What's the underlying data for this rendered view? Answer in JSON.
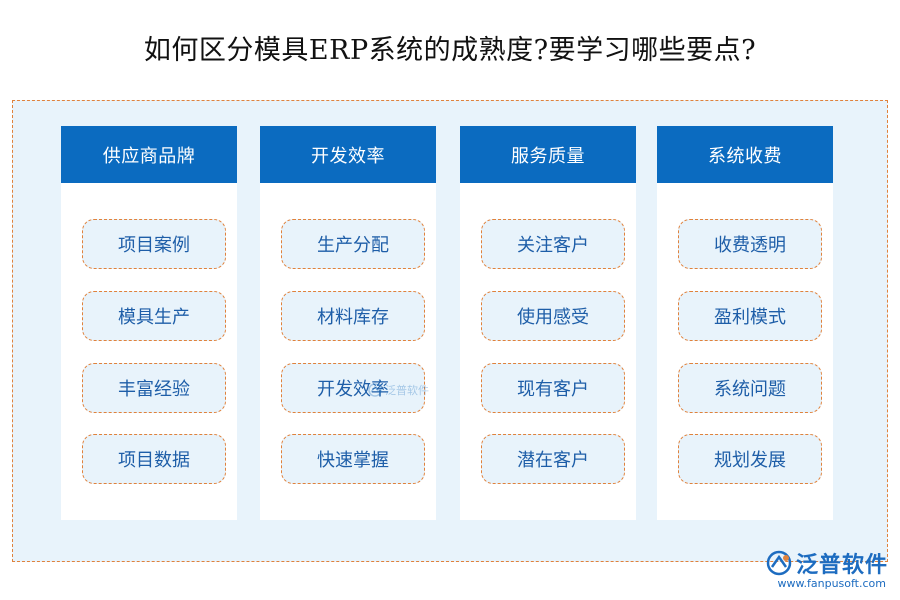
{
  "title": "如何区分模具ERP系统的成熟度?要学习哪些要点?",
  "columns": [
    {
      "header": "供应商品牌",
      "items": [
        "项目案例",
        "模具生产",
        "丰富经验",
        "项目数据"
      ]
    },
    {
      "header": "开发效率",
      "items": [
        "生产分配",
        "材料库存",
        "开发效率",
        "快速掌握"
      ]
    },
    {
      "header": "服务质量",
      "items": [
        "关注客户",
        "使用感受",
        "现有客户",
        "潜在客户"
      ]
    },
    {
      "header": "系统收费",
      "items": [
        "收费透明",
        "盈利模式",
        "系统问题",
        "规划发展"
      ]
    }
  ],
  "watermark": "泛普软件",
  "logo": {
    "name": "泛普软件",
    "url": "www.fanpusoft.com"
  },
  "colors": {
    "header_bg": "#0b6bc0",
    "item_text": "#1e5ea8",
    "dashed_border": "#e0823c",
    "panel_bg": "#e8f3fb"
  }
}
